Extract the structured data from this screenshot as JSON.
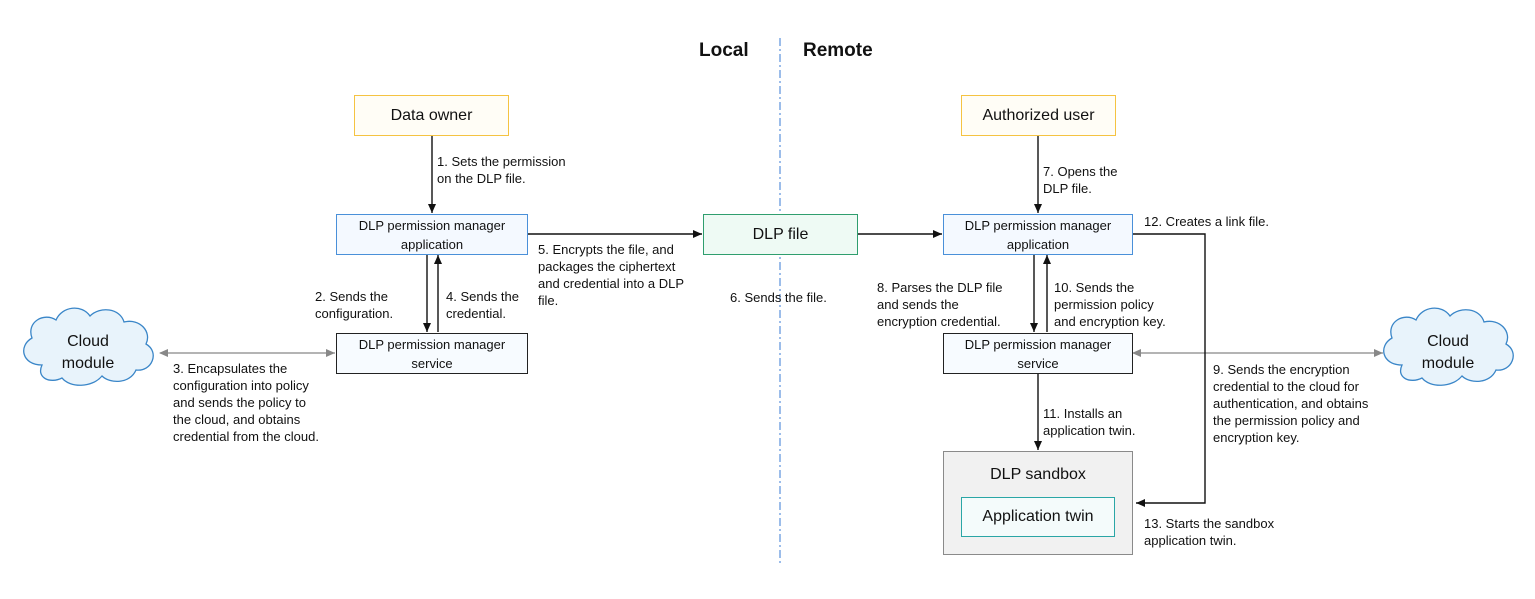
{
  "headings": {
    "local": "Local",
    "remote": "Remote"
  },
  "nodes": {
    "data_owner": "Data owner",
    "authorized_user": "Authorized user",
    "local_app": "DLP permission manager\napplication",
    "local_service": "DLP permission manager\nservice",
    "dlp_file": "DLP file",
    "remote_app": "DLP permission manager\napplication",
    "remote_service": "DLP permission manager\nservice",
    "cloud_left": "Cloud\nmodule",
    "cloud_right": "Cloud\nmodule",
    "sandbox": "DLP sandbox",
    "app_twin": "Application twin"
  },
  "steps": {
    "s1": "1. Sets the permission\non the DLP file.",
    "s2": "2. Sends the\nconfiguration.",
    "s3": "3. Encapsulates the\nconfiguration into policy\nand sends the policy to\nthe cloud, and obtains\ncredential from the cloud.",
    "s4": "4. Sends the\ncredential.",
    "s5": "5. Encrypts the file, and\npackages the ciphertext\nand credential into a DLP\nfile.",
    "s6": "6. Sends the file.",
    "s7": "7. Opens the\nDLP file.",
    "s8": "8. Parses the DLP file\nand sends the\nencryption credential.",
    "s9": "9. Sends the encryption\ncredential to the cloud for\nauthentication, and obtains\nthe permission policy and\nencryption key.",
    "s10": "10. Sends the\npermission policy\nand encryption key.",
    "s11": "11. Installs an\napplication twin.",
    "s12": "12. Creates a link file.",
    "s13": "13. Starts the sandbox\napplication twin."
  },
  "colors": {
    "actor_border": "#f5c342",
    "app_border": "#4a90d9",
    "file_border": "#2f9e6e",
    "twin_border": "#2aa6a6",
    "divider": "#3a7bd5"
  }
}
